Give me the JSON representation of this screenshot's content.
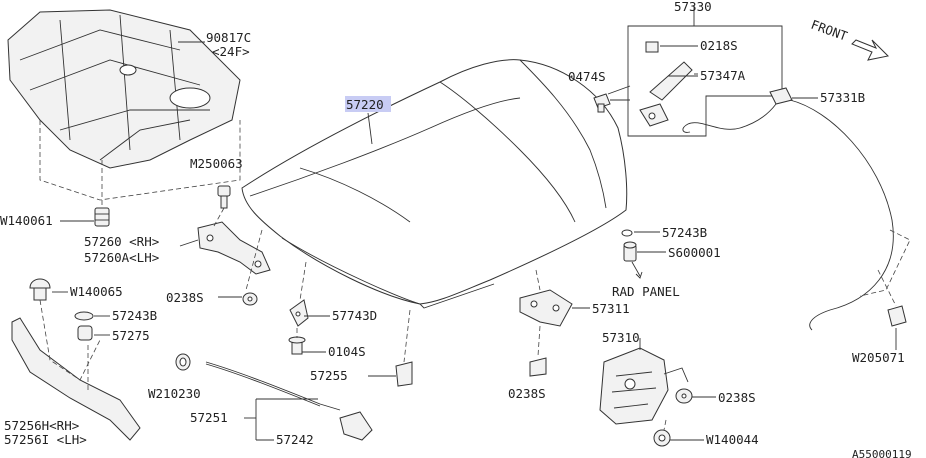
{
  "labels": {
    "p90817c": "90817C",
    "p90817c_sub": "<24F>",
    "w140061": "W140061",
    "m250063": "M250063",
    "p57260rh": "57260 <RH>",
    "p57260lh": "57260A<LH>",
    "p57220": "57220",
    "w140065": "W140065",
    "p57243b_left": "57243B",
    "p57275": "57275",
    "p0238s_hinge": "0238S",
    "p57743d": "57743D",
    "p0104s": "0104S",
    "p57255": "57255",
    "w210230": "W210230",
    "p57251": "57251",
    "p57242": "57242",
    "p57256h": "57256H<RH>",
    "p57256i": "57256I <LH>",
    "p57330": "57330",
    "p0218s": "0218S",
    "p0474s": "0474S",
    "p57347a": "57347A",
    "p57331b": "57331B",
    "front": "FRONT",
    "p57243b_right": "57243B",
    "s600001": "S600001",
    "rad_panel": "RAD PANEL",
    "p57311": "57311",
    "p0238s_mid": "0238S",
    "p57310": "57310",
    "p0238s_latch": "0238S",
    "w140044": "W140044",
    "w205071": "W205071",
    "ref_code": "A55000119"
  },
  "colors": {
    "highlight": "#c8ccf4",
    "ink": "#333333"
  }
}
